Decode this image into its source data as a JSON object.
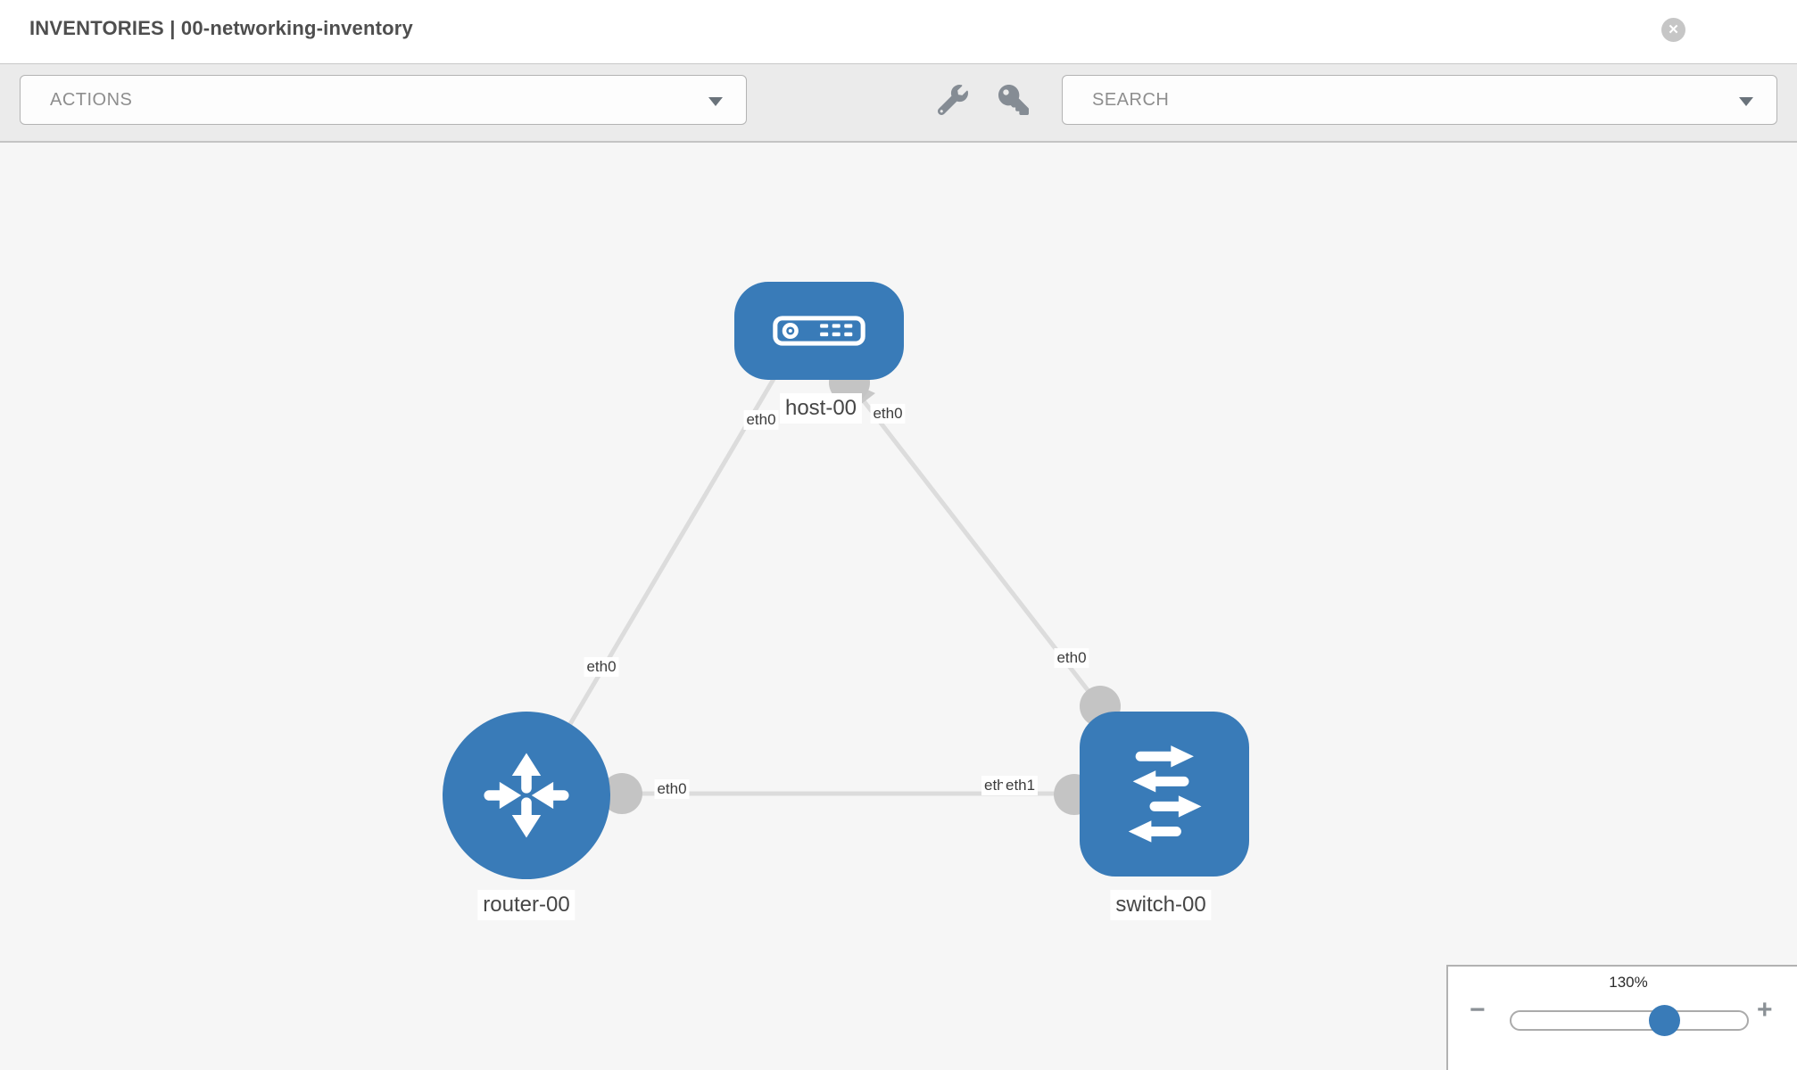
{
  "header": {
    "title": "INVENTORIES | 00-networking-inventory",
    "close_glyph": "✕"
  },
  "toolbar": {
    "actions_label": "ACTIONS",
    "search_label": "SEARCH"
  },
  "diagram": {
    "nodes": [
      {
        "name": "host-00",
        "type": "host"
      },
      {
        "name": "router-00",
        "type": "router"
      },
      {
        "name": "switch-00",
        "type": "switch"
      }
    ],
    "links": [
      {
        "from": "host-00",
        "from_if": "eth0",
        "to": "router-00",
        "to_if": "eth0"
      },
      {
        "from": "host-00",
        "from_if": "eth0",
        "to": "switch-00",
        "to_if": "eth0"
      },
      {
        "from": "router-00",
        "from_if": "eth0",
        "to": "switch-00",
        "to_if": "eth1",
        "occluded_if_label": "eth0"
      }
    ]
  },
  "zoom": {
    "level": "130%",
    "minus_glyph": "−",
    "plus_glyph": "+"
  },
  "colors": {
    "node_blue": "#397bb8",
    "link_gray": "#dcdcdc",
    "port_gray": "#c4c4c4",
    "toolbar_bg": "#ebebeb",
    "canvas_bg": "#f6f6f6"
  }
}
